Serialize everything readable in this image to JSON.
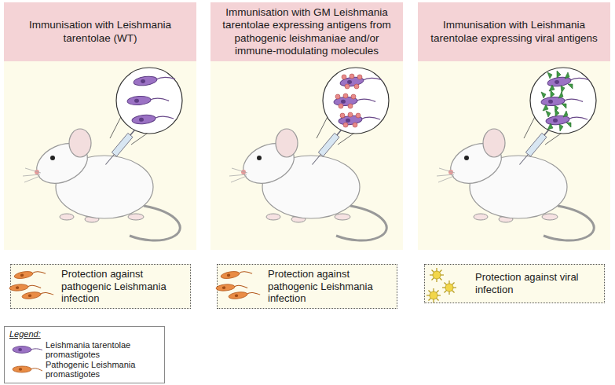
{
  "diagram": {
    "nodes": [
      {
        "text": [
          "Immunisation with Leishmania tarentolae (WT)"
        ]
      },
      {
        "text": [
          "Immunisation with GM Leishmania tarentolae expressing antigens from pathogenic leishmaniae and/or immune-modulating molecules"
        ]
      },
      {
        "text": [
          "Immunisation with Leishmania tarentolae expressing viral antigens"
        ]
      },
      {
        "text": [
          "Protection against pathogenic Leishmania infection"
        ]
      },
      {
        "text": [
          "Protection against pathogenic Leishmania infection"
        ]
      },
      {
        "text": [
          "Protection against viral infection"
        ]
      }
    ],
    "edges": [],
    "labels": [
      "Legend:"
    ],
    "legend": [
      {
        "text": "Leishmania tarentolae promastigotes"
      },
      {
        "text": "Pathogenic Leishmania promastigotes"
      }
    ]
  }
}
